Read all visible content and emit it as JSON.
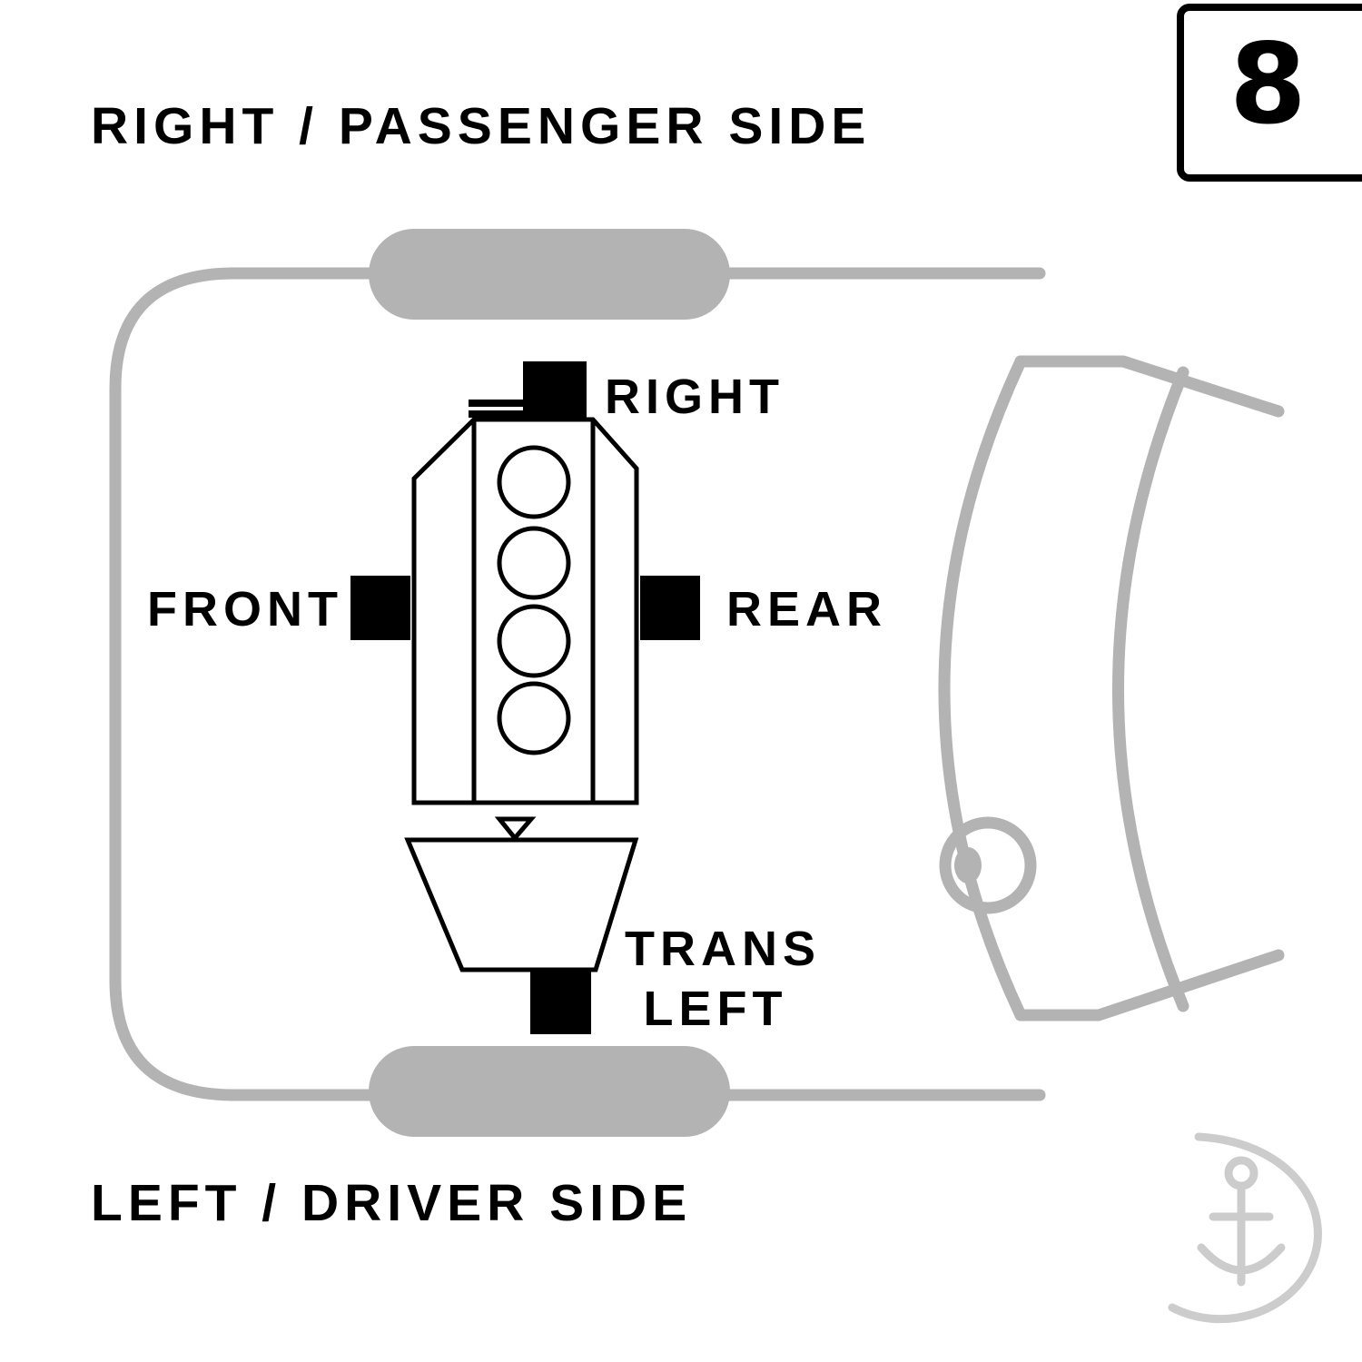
{
  "header": {
    "top_side_label": "RIGHT / PASSENGER SIDE",
    "figure_number": "8"
  },
  "footer": {
    "bottom_side_label": "LEFT / DRIVER SIDE"
  },
  "diagram": {
    "mount_labels": {
      "right": "RIGHT",
      "front": "FRONT",
      "rear": "REAR",
      "trans_line1": "TRANS",
      "trans_line2": "LEFT"
    },
    "colors": {
      "background": "#ffffff",
      "car_outline": "#b3b3b3",
      "engine_stroke": "#000000",
      "engine_fill": "#ffffff",
      "mount_fill": "#000000",
      "text": "#000000",
      "watermark": "#cccccc"
    },
    "icons": {
      "watermark_icon": "anchor-logo-watermark",
      "funnel_icon": "trans-dipstick-funnel"
    }
  }
}
